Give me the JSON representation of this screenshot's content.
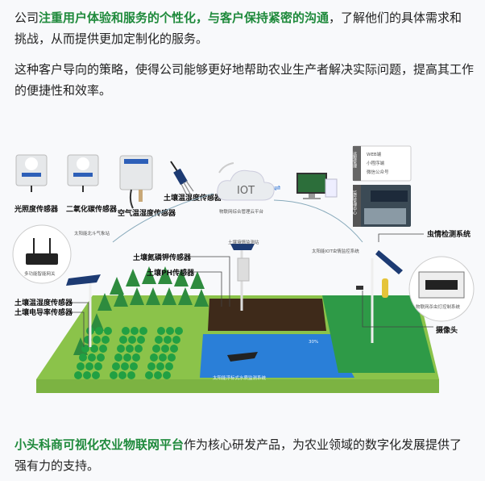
{
  "paragraph1": {
    "prefix": "公司",
    "highlight": "注重用户体验和服务的个性化，与客户保持紧密的沟通",
    "suffix": "，了解他们的具体需求和挑战，从而提供更加定制化的服务。"
  },
  "paragraph2": {
    "text": "这种客户导向的策略，使得公司能够更好地帮助农业生产者解决实际问题，提高其工作的便捷性和效率。"
  },
  "diagram": {
    "sensors": {
      "light": "光照度传感器",
      "co2": "二氧化碳传感器",
      "air_temp_humidity": "空气温湿度传感器",
      "soil_temp_humidity_top": "土壤温湿度传感器"
    },
    "cloud": {
      "iot": "IOT",
      "platform": "物联网综合管理云平台"
    },
    "remote_panel": {
      "title": "远程管理",
      "items": [
        "WEB端",
        "小程序端",
        "微信公众号"
      ],
      "monitor_center": "监控管理中心"
    },
    "weather_station": "太阳能北斗气象站",
    "gateway": "多功能智能网关",
    "soil_npk": "土壤氮磷钾传感器",
    "soil_ph": "土壤PH传感器",
    "soil_station": "土壤墒情监测站",
    "pest_iot": "太阳能IOT虫情监控系统",
    "pest_detect": "虫情检测系统",
    "lamp_control": "物联网杀虫灯控制系统",
    "camera": "摄像头",
    "soil_temp_humidity": "土壤温湿度传感器",
    "soil_conductivity": "土壤电导率传感器",
    "water_buoy": "太阳能浮标式水质监测系统",
    "water_reading": "30%"
  },
  "paragraph3": {
    "highlight": "小头科商可视化农业物联网平台",
    "suffix": "作为核心研发产品，为农业领域的数字化发展提供了强有力的支持。"
  }
}
